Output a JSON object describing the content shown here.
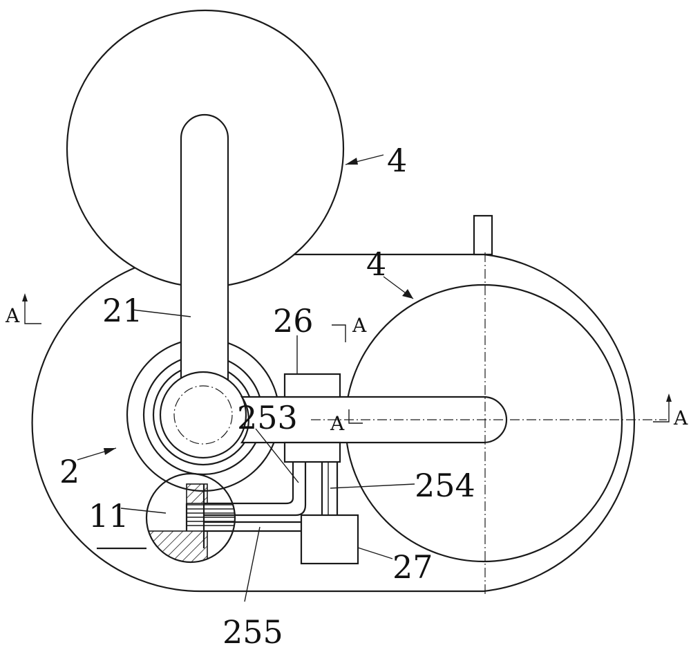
{
  "labels": {
    "part_4_upper": "4",
    "part_4_lower": "4",
    "part_21": "21",
    "part_26": "26",
    "part_253": "253",
    "part_2": "2",
    "part_254": "254",
    "part_11": "11",
    "part_27": "27",
    "part_255": "255"
  },
  "section_marks": {
    "left": "A",
    "upper_mid": "A",
    "center": "A",
    "right": "A"
  }
}
